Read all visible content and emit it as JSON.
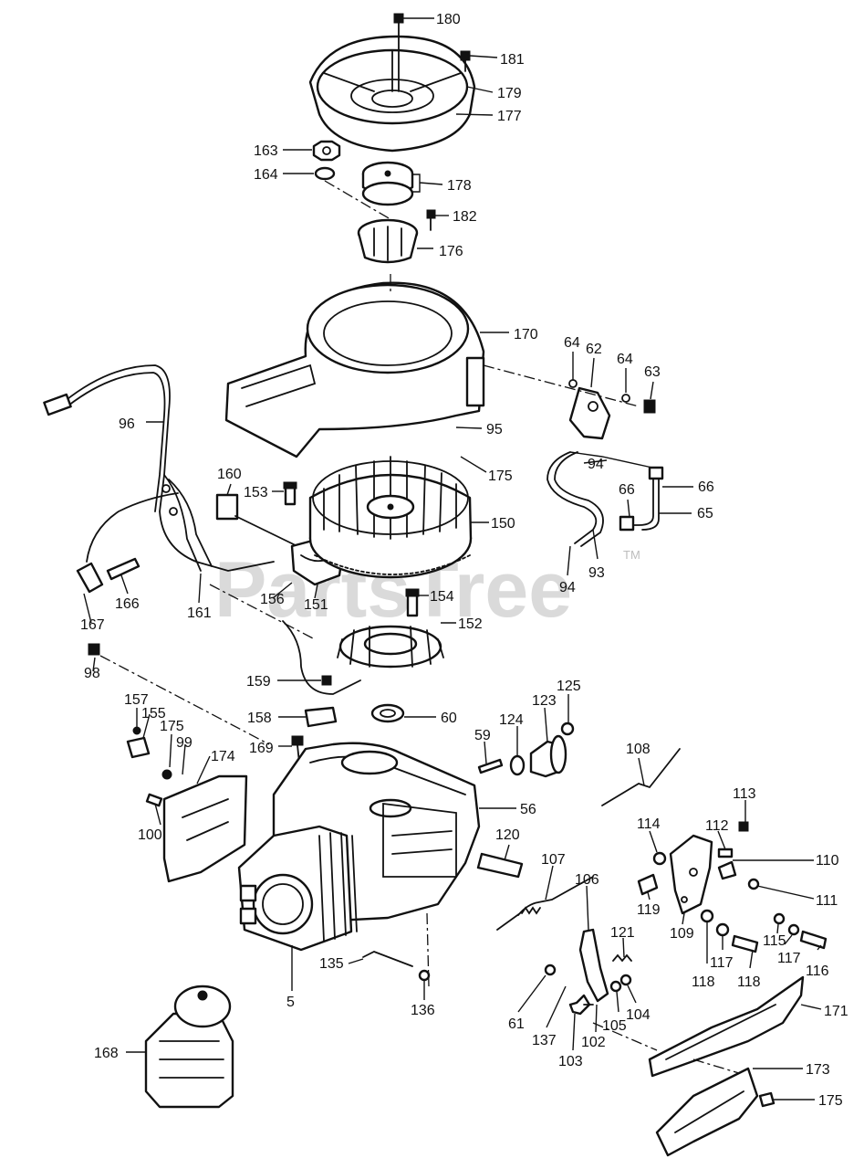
{
  "watermark": {
    "text": "PartsTree",
    "tm": "TM"
  },
  "callouts": [
    {
      "id": "c180",
      "text": "180"
    },
    {
      "id": "c181",
      "text": "181"
    },
    {
      "id": "c179",
      "text": "179"
    },
    {
      "id": "c177",
      "text": "177"
    },
    {
      "id": "c163",
      "text": "163"
    },
    {
      "id": "c164",
      "text": "164"
    },
    {
      "id": "c178",
      "text": "178"
    },
    {
      "id": "c182",
      "text": "182"
    },
    {
      "id": "c176",
      "text": "176"
    },
    {
      "id": "c170",
      "text": "170"
    },
    {
      "id": "c64a",
      "text": "64"
    },
    {
      "id": "c62",
      "text": "62"
    },
    {
      "id": "c64b",
      "text": "64"
    },
    {
      "id": "c63",
      "text": "63"
    },
    {
      "id": "c96",
      "text": "96"
    },
    {
      "id": "c95",
      "text": "95"
    },
    {
      "id": "c175a",
      "text": "175"
    },
    {
      "id": "c94a",
      "text": "94"
    },
    {
      "id": "c66a",
      "text": "66"
    },
    {
      "id": "c66b",
      "text": "66"
    },
    {
      "id": "c65",
      "text": "65"
    },
    {
      "id": "c160",
      "text": "160"
    },
    {
      "id": "c153",
      "text": "153"
    },
    {
      "id": "c150",
      "text": "150"
    },
    {
      "id": "c93",
      "text": "93"
    },
    {
      "id": "c94b",
      "text": "94"
    },
    {
      "id": "c166",
      "text": "166"
    },
    {
      "id": "c161",
      "text": "161"
    },
    {
      "id": "c156",
      "text": "156"
    },
    {
      "id": "c151",
      "text": "151"
    },
    {
      "id": "c154",
      "text": "154"
    },
    {
      "id": "c167",
      "text": "167"
    },
    {
      "id": "c152",
      "text": "152"
    },
    {
      "id": "c98",
      "text": "98"
    },
    {
      "id": "c159",
      "text": "159"
    },
    {
      "id": "c125",
      "text": "125"
    },
    {
      "id": "c60",
      "text": "60"
    },
    {
      "id": "c123",
      "text": "123"
    },
    {
      "id": "c157",
      "text": "157"
    },
    {
      "id": "c155",
      "text": "155"
    },
    {
      "id": "c158",
      "text": "158"
    },
    {
      "id": "c175b",
      "text": "175"
    },
    {
      "id": "c99",
      "text": "99"
    },
    {
      "id": "c124",
      "text": "124"
    },
    {
      "id": "c59",
      "text": "59"
    },
    {
      "id": "c169",
      "text": "169"
    },
    {
      "id": "c174",
      "text": "174"
    },
    {
      "id": "c108",
      "text": "108"
    },
    {
      "id": "c113",
      "text": "113"
    },
    {
      "id": "c56",
      "text": "56"
    },
    {
      "id": "c112",
      "text": "112"
    },
    {
      "id": "c114",
      "text": "114"
    },
    {
      "id": "c100",
      "text": "100"
    },
    {
      "id": "c120",
      "text": "120"
    },
    {
      "id": "c110",
      "text": "110"
    },
    {
      "id": "c107",
      "text": "107"
    },
    {
      "id": "c106",
      "text": "106"
    },
    {
      "id": "c111",
      "text": "111"
    },
    {
      "id": "c119",
      "text": "119"
    },
    {
      "id": "c109",
      "text": "109"
    },
    {
      "id": "c118a",
      "text": "118"
    },
    {
      "id": "c121",
      "text": "121"
    },
    {
      "id": "c117a",
      "text": "117"
    },
    {
      "id": "c117b",
      "text": "117"
    },
    {
      "id": "c116",
      "text": "116"
    },
    {
      "id": "c118b",
      "text": "118"
    },
    {
      "id": "c115",
      "text": "115"
    },
    {
      "id": "c135",
      "text": "135"
    },
    {
      "id": "c5",
      "text": "5"
    },
    {
      "id": "c136",
      "text": "136"
    },
    {
      "id": "c61",
      "text": "61"
    },
    {
      "id": "c137",
      "text": "137"
    },
    {
      "id": "c104",
      "text": "104"
    },
    {
      "id": "c105",
      "text": "105"
    },
    {
      "id": "c102",
      "text": "102"
    },
    {
      "id": "c103",
      "text": "103"
    },
    {
      "id": "c171",
      "text": "171"
    },
    {
      "id": "c168",
      "text": "168"
    },
    {
      "id": "c173",
      "text": "173"
    },
    {
      "id": "c175c",
      "text": "175"
    }
  ]
}
